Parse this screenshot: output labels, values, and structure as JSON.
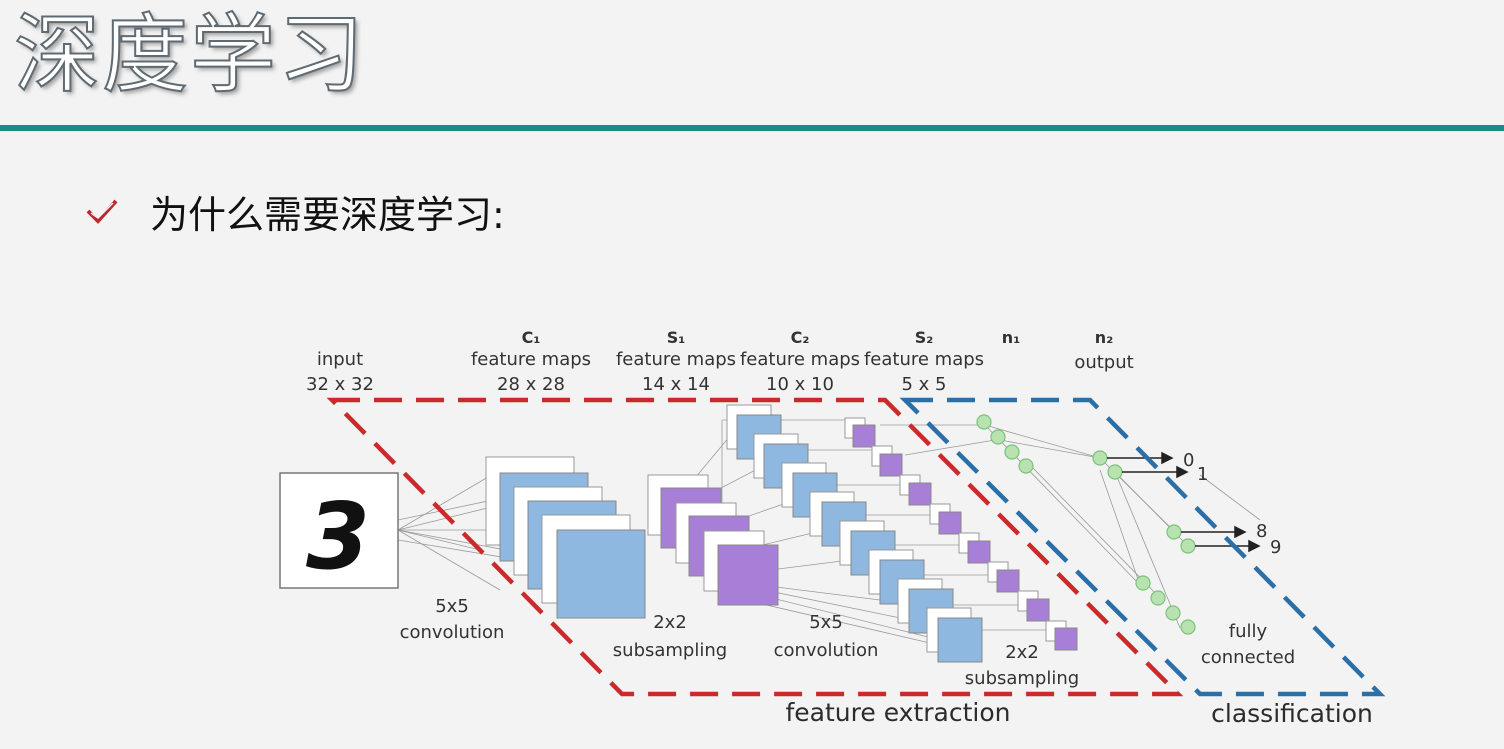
{
  "slide": {
    "title": "深度学习",
    "bullet": "为什么需要深度学习:"
  },
  "diagram": {
    "layers": {
      "input": {
        "line1": "input",
        "line2": "32 x 32"
      },
      "c1": {
        "symbol": "C₁",
        "line1": "feature maps",
        "line2": "28 x 28"
      },
      "s1": {
        "symbol": "S₁",
        "line1": "feature maps",
        "line2": "14 x 14"
      },
      "c2": {
        "symbol": "C₂",
        "line1": "feature maps",
        "line2": "10 x 10"
      },
      "s2": {
        "symbol": "S₂",
        "line1": "feature maps",
        "line2": "5 x 5"
      },
      "n1": {
        "symbol": "n₁"
      },
      "n2": {
        "symbol": "n₂",
        "line1": "output"
      }
    },
    "input_digit": "3",
    "operations": {
      "conv1": {
        "line1": "5x5",
        "line2": "convolution"
      },
      "sub1": {
        "line1": "2x2",
        "line2": "subsampling"
      },
      "conv2": {
        "line1": "5x5",
        "line2": "convolution"
      },
      "sub2": {
        "line1": "2x2",
        "line2": "subsampling"
      },
      "fc": {
        "line1": "fully",
        "line2": "connected"
      }
    },
    "outputs": [
      "0",
      "1",
      "8",
      "9"
    ],
    "sections": {
      "feature": "feature extraction",
      "classification": "classification"
    },
    "colors": {
      "feature_box": "#cc2a2a",
      "classification_box": "#2a6fa8",
      "conv_map": "#8fb8e0",
      "pool_map": "#a77fd6",
      "neuron": "#b8e3b0",
      "accent": "#1a8a88",
      "check": "#c0262d"
    }
  }
}
